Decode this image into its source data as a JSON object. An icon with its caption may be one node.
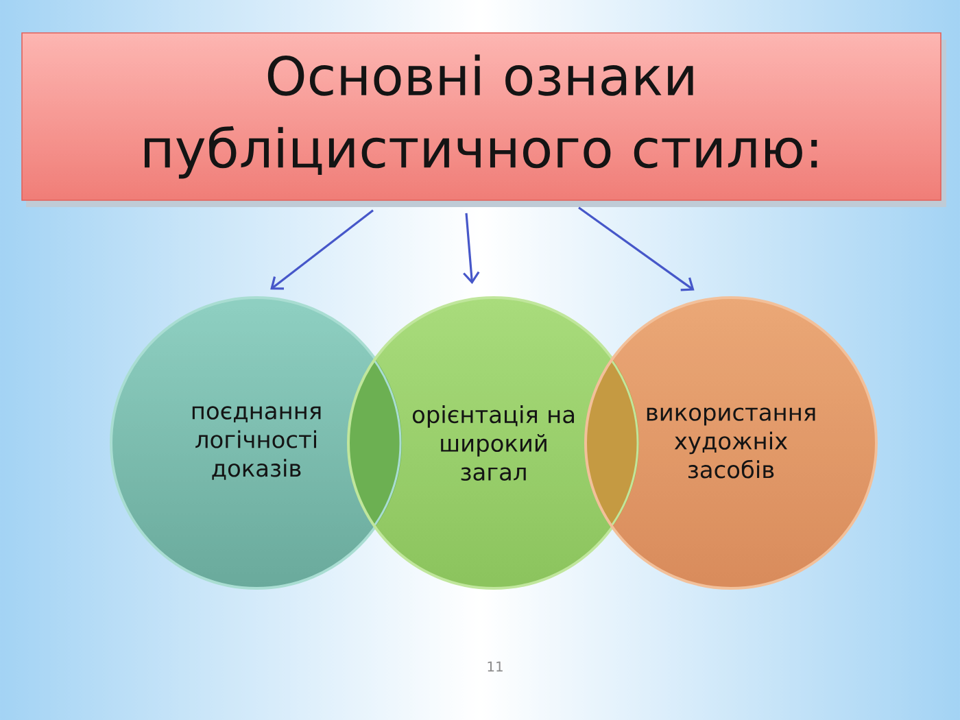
{
  "diagram": {
    "nodes": [
      {
        "text": [
          "Основні ознаки публіцистичного стилю:"
        ]
      },
      {
        "text": [
          "поєднання логічності доказів"
        ]
      },
      {
        "text": [
          "орієнтація на широкий загал"
        ]
      },
      {
        "text": [
          "використання художніх засобів"
        ]
      }
    ],
    "edges": [
      {
        "from": 0,
        "to": 1,
        "arrow": "to"
      },
      {
        "from": 0,
        "to": 2,
        "arrow": "to"
      },
      {
        "from": 0,
        "to": 3,
        "arrow": "to"
      }
    ],
    "labels": [
      "11"
    ]
  }
}
